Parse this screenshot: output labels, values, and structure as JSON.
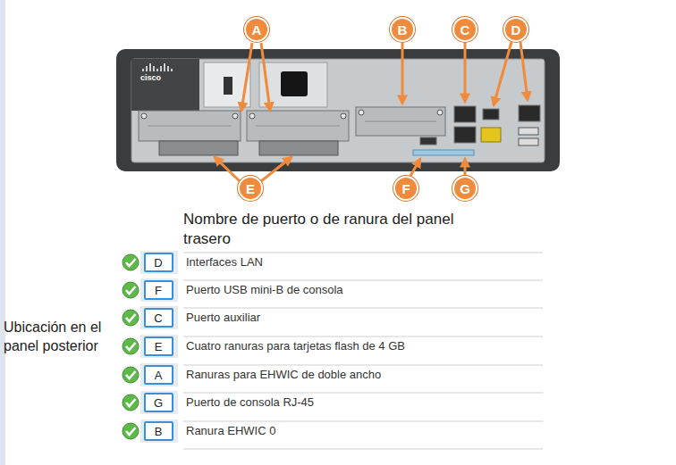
{
  "diagram": {
    "title": "Nombre de puerto o de ranura del panel trasero",
    "nodes": [
      {
        "text": [
          "A"
        ]
      },
      {
        "text": [
          "B"
        ]
      },
      {
        "text": [
          "C"
        ]
      },
      {
        "text": [
          "D"
        ]
      },
      {
        "text": [
          "E"
        ]
      },
      {
        "text": [
          "F"
        ]
      },
      {
        "text": [
          "G"
        ]
      },
      {
        "text": [
          "D"
        ]
      },
      {
        "text": [
          "F"
        ]
      },
      {
        "text": [
          "C"
        ]
      },
      {
        "text": [
          "E"
        ]
      },
      {
        "text": [
          "A"
        ]
      },
      {
        "text": [
          "G"
        ]
      },
      {
        "text": [
          "B"
        ]
      }
    ],
    "labels": [
      "cisco",
      "Interfaces LAN",
      "Puerto USB mini-B de consola",
      "Puerto auxiliar",
      "Cuatro ranuras para tarjetas flash de 4 GB",
      "Ranuras para EHWIC de doble ancho",
      "Puerto de consola RJ-45",
      "Ranura EHWIC 0",
      "Ubicación en el panel posterior"
    ]
  }
}
